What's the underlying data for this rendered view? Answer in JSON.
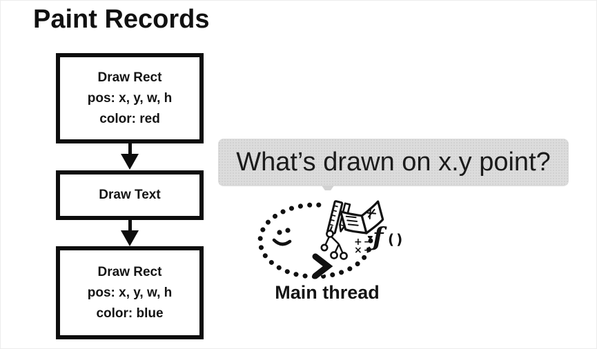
{
  "slide": {
    "title": "Paint Records"
  },
  "flowchart": {
    "box1": {
      "line1": "Draw Rect",
      "line2": "pos: x, y, w, h",
      "line3": "color: red"
    },
    "box2": {
      "line1": "Draw Text"
    },
    "box3": {
      "line1": "Draw Rect",
      "line2": "pos: x, y, w, h",
      "line3": "color: blue"
    }
  },
  "bubble": {
    "text": "What’s drawn on x.y point?"
  },
  "doodle": {
    "label": "Main thread",
    "math_row1": "+−",
    "math_row2": "×÷",
    "function_f": "ƒ",
    "function_parens": "()"
  },
  "colors": {
    "ink": "#111111",
    "bubble_bg": "#dcdcdc"
  }
}
